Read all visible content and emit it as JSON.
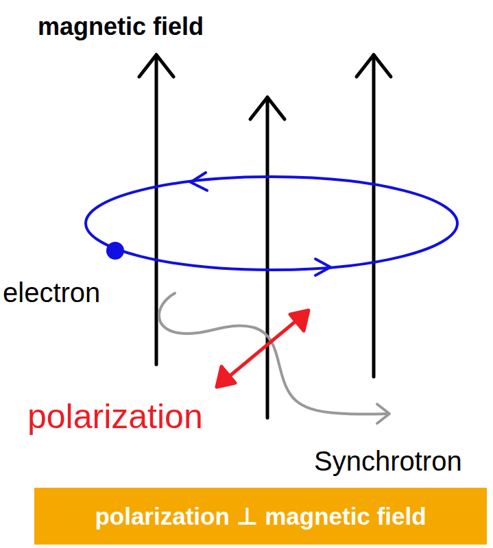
{
  "diagram": {
    "nodes": [
      {
        "text": [
          "polarization ⊥ magnetic field"
        ]
      }
    ],
    "labels": [
      "magnetic field",
      "electron",
      "polarization",
      "Synchrotron"
    ]
  }
}
